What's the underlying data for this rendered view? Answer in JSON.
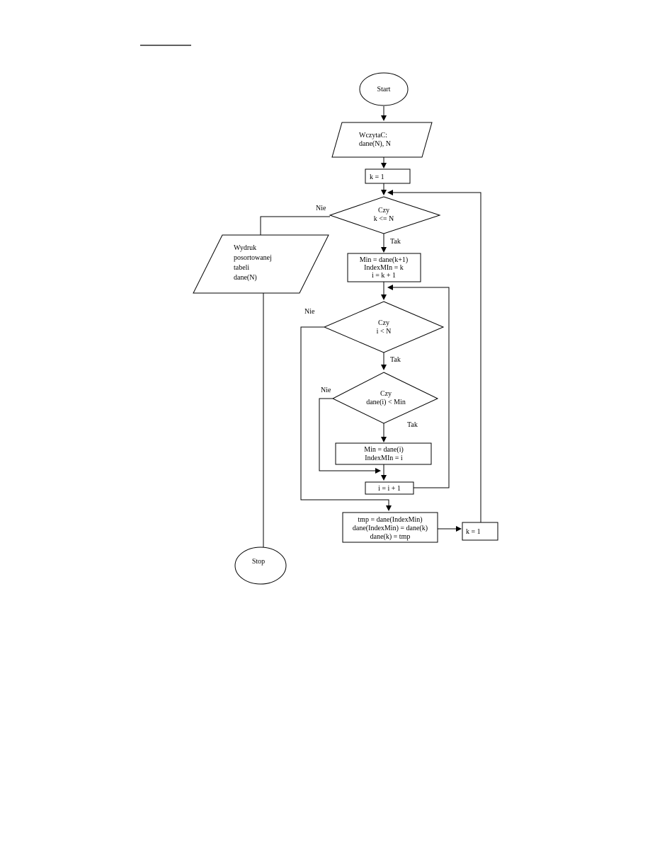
{
  "nodes": {
    "start": "Start",
    "read": [
      "WczytaC:",
      "dane(N), N"
    ],
    "init_k": "k = 1",
    "cond_k": [
      "Czy",
      "k <= N"
    ],
    "init_min": [
      "Min = dane(k+1)",
      "IndexMIn = k",
      "i = k + 1"
    ],
    "cond_i": [
      "Czy",
      "i < N"
    ],
    "cond_dane": [
      "Czy",
      "dane(i) < Min"
    ],
    "update_min": [
      "Min =  dane(i)",
      "IndexMIn = i"
    ],
    "inc_i": "i = i + 1",
    "swap": [
      "tmp =  dane(IndexMin)",
      "dane(IndexMin) = dane(k)",
      "dane(k) = tmp"
    ],
    "inc_k": "k = 1",
    "print": [
      "Wydruk",
      "posortowanej",
      "tabeli",
      "dane(N)"
    ],
    "stop": "Stop"
  },
  "labels": {
    "cond_k_no": "Nie",
    "cond_k_yes": "Tak",
    "cond_i_no": "Nie",
    "cond_i_yes": "Tak",
    "cond_dane_no": "Nie",
    "cond_dane_yes": "Tak"
  }
}
